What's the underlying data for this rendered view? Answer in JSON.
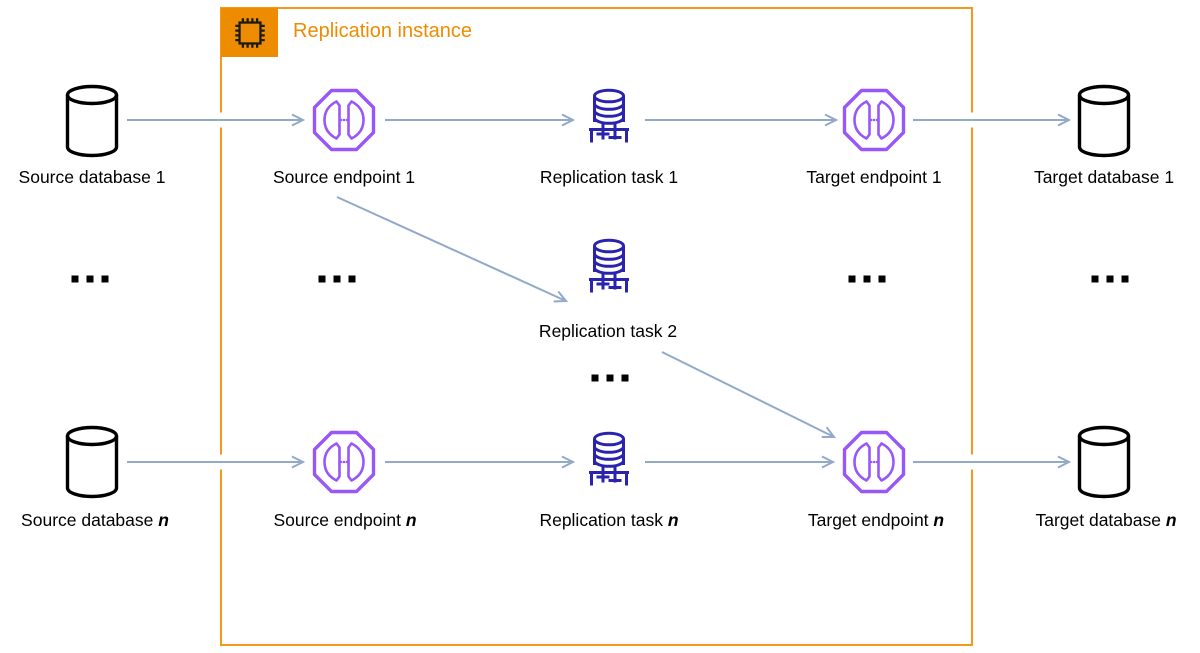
{
  "container": {
    "label": "Replication instance"
  },
  "ellipsis": "...",
  "row_top": {
    "source_db": {
      "prefix": "Source database ",
      "suffix": "1"
    },
    "source_endpoint": {
      "prefix": "Source endpoint ",
      "suffix": "1"
    },
    "replication_task": {
      "prefix": "Replication task ",
      "suffix": "1"
    },
    "target_endpoint": {
      "prefix": "Target endpoint ",
      "suffix": "1"
    },
    "target_db": {
      "prefix": "Target database ",
      "suffix": "1"
    }
  },
  "row_middle": {
    "replication_task": {
      "prefix": "Replication task ",
      "suffix": "2"
    }
  },
  "row_bottom": {
    "source_db": {
      "prefix": "Source database ",
      "suffix": "n"
    },
    "source_endpoint": {
      "prefix": "Source endpoint ",
      "suffix": "n"
    },
    "replication_task": {
      "prefix": "Replication task ",
      "suffix": "n"
    },
    "target_endpoint": {
      "prefix": "Target endpoint ",
      "suffix": "n"
    },
    "target_db": {
      "prefix": "Target database ",
      "suffix": "n"
    }
  },
  "colors": {
    "accent_orange": "#ED8C00",
    "endpoint_purple": "#9857F7",
    "task_navy": "#2A23AD",
    "arrow_blue": "#92A9C8",
    "icon_black": "#000000"
  }
}
